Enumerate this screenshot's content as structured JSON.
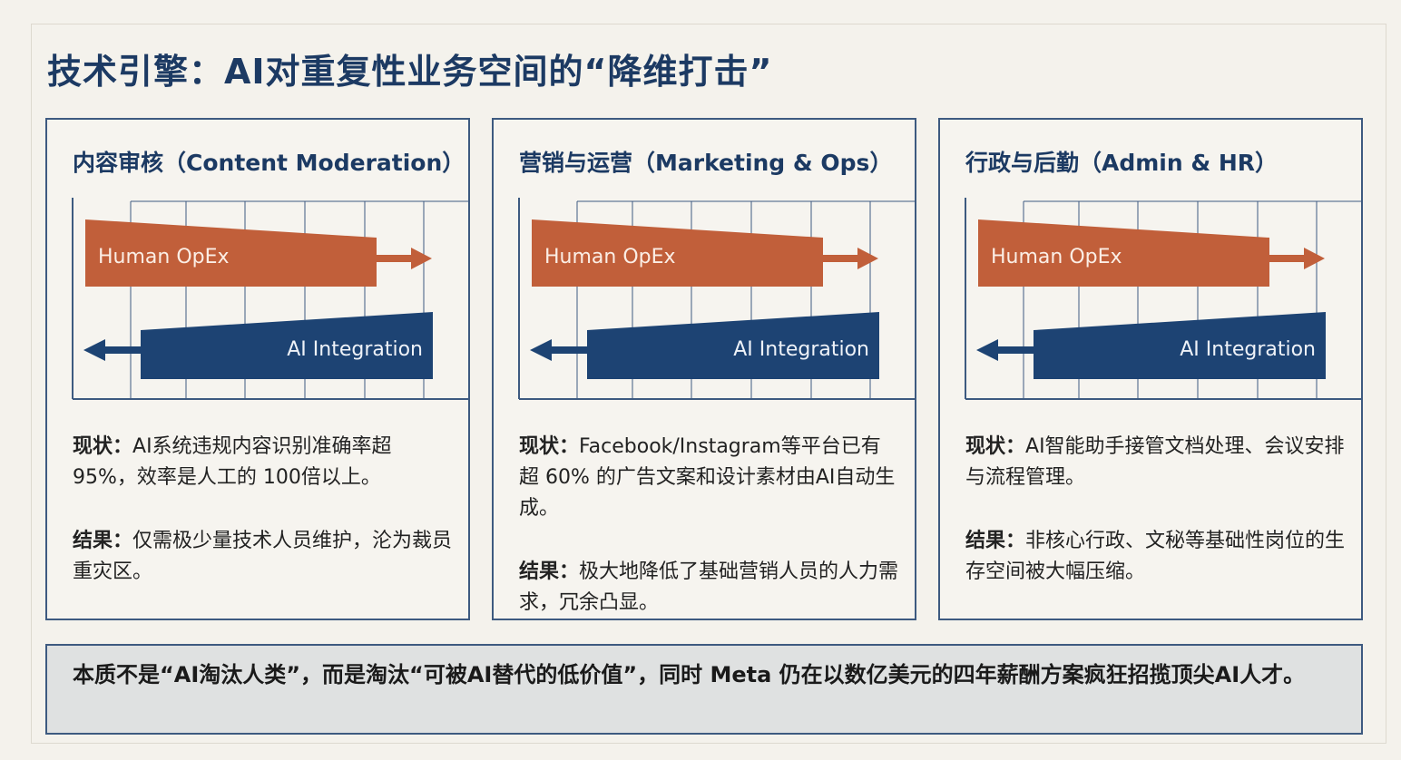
{
  "title": "技术引擎：AI对重复性业务空间的“降维打击”",
  "colors": {
    "navy": "#1c3a63",
    "orange": "#c15f3a",
    "blue": "#1d4373"
  },
  "panels": [
    {
      "title": "内容审核（Content Moderation）",
      "bar_top": "Human OpEx",
      "bar_bottom": "AI Integration",
      "status_label": "现状：",
      "status": "AI系统违规内容识别准确率超95%，效率是人工的 100倍以上。",
      "result_label": "结果：",
      "result": "仅需极少量技术人员维护，沦为裁员重灾区。"
    },
    {
      "title": "营销与运营（Marketing & Ops）",
      "bar_top": "Human OpEx",
      "bar_bottom": "AI Integration",
      "status_label": "现状：",
      "status": "Facebook/Instagram等平台已有超 60% 的广告文案和设计素材由AI自动生成。",
      "result_label": "结果：",
      "result": "极大地降低了基础营销人员的人力需求，冗余凸显。"
    },
    {
      "title": "行政与后勤（Admin & HR）",
      "bar_top": "Human OpEx",
      "bar_bottom": "AI Integration",
      "status_label": "现状：",
      "status": "AI智能助手接管文档处理、会议安排与流程管理。",
      "result_label": "结果：",
      "result": "非核心行政、文秘等基础性岗位的生存空间被大幅压缩。"
    }
  ],
  "bottom": "本质不是“AI淘汰人类”，而是淘汰“可被AI替代的低价值”，同时 Meta 仍在以数亿美元的四年薪酬方案疯狂招揽顶尖AI人才。"
}
